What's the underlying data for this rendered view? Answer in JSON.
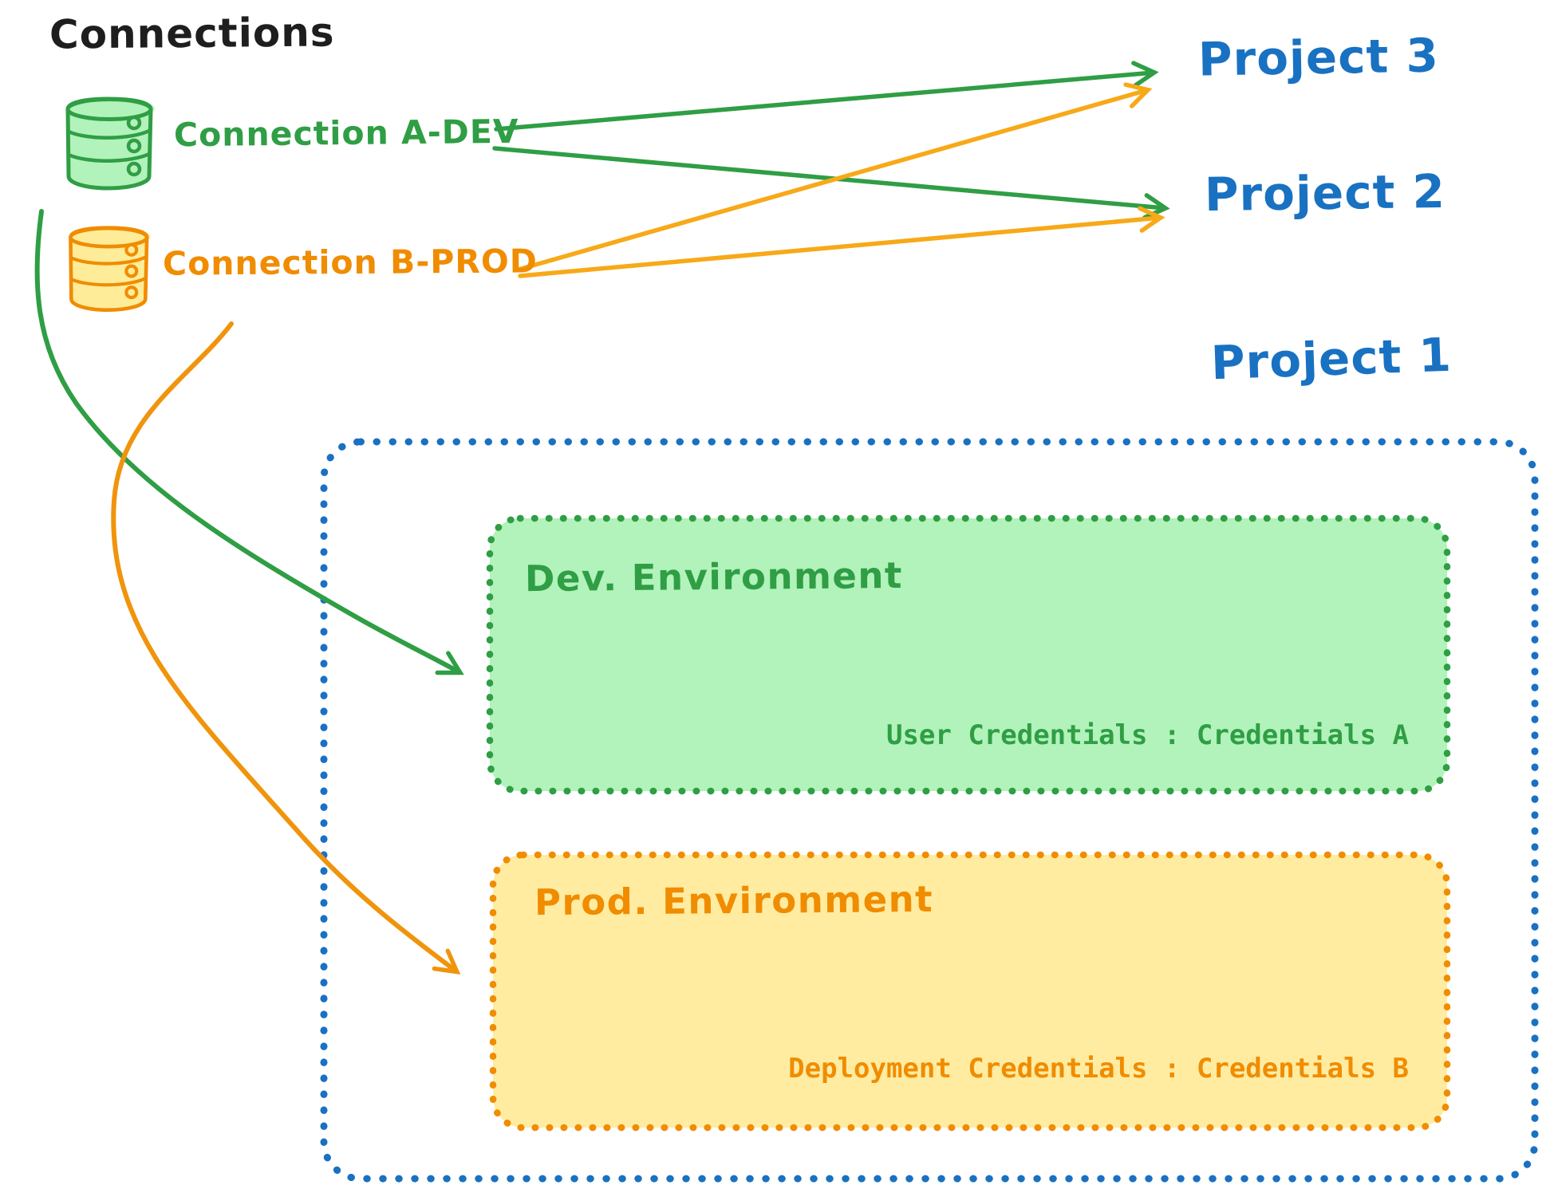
{
  "title": "Connections",
  "connections": [
    {
      "label": "Connection A-DEV",
      "icon": "database-icon",
      "stroke_color": "#2f9e44",
      "fill_color": "#b2f2bb"
    },
    {
      "label": "Connection B-PROD",
      "icon": "database-icon",
      "stroke_color": "#f08c00",
      "fill_color": "#ffec99"
    }
  ],
  "projects": [
    {
      "label": "Project 3",
      "color": "#1971c2"
    },
    {
      "label": "Project 2",
      "color": "#1971c2"
    },
    {
      "label": "Project 1",
      "color": "#1971c2"
    }
  ],
  "environments": [
    {
      "title": "Dev. Environment",
      "credentials": "User Credentials : Credentials A",
      "stroke_color": "#2f9e44",
      "fill_color": "#b2f2bb"
    },
    {
      "title": "Prod. Environment",
      "credentials": "Deployment Credentials : Credentials B",
      "stroke_color": "#f08c00",
      "fill_color": "#ffec99"
    }
  ],
  "edges": [
    {
      "from": "Connection A-DEV",
      "to": "Project 3",
      "color": "#2f9e44",
      "style": "straight-arrow"
    },
    {
      "from": "Connection A-DEV",
      "to": "Project 2",
      "color": "#2f9e44",
      "style": "straight-arrow"
    },
    {
      "from": "Connection B-PROD",
      "to": "Project 3",
      "color": "#f7a919",
      "style": "straight-arrow"
    },
    {
      "from": "Connection B-PROD",
      "to": "Project 2",
      "color": "#f7a919",
      "style": "straight-arrow"
    },
    {
      "from": "Connection A-DEV",
      "to": "Dev. Environment",
      "color": "#2f9e44",
      "style": "curved-arrow"
    },
    {
      "from": "Connection B-PROD",
      "to": "Prod. Environment",
      "color": "#f0940c",
      "style": "curved-arrow"
    }
  ],
  "colors": {
    "title_text": "#1e1e1e",
    "project_blue": "#1971c2",
    "green_stroke": "#2f9e44",
    "green_fill": "#b2f2bb",
    "orange_stroke": "#f08c00",
    "orange_fill": "#ffec99",
    "background": "#ffffff"
  }
}
